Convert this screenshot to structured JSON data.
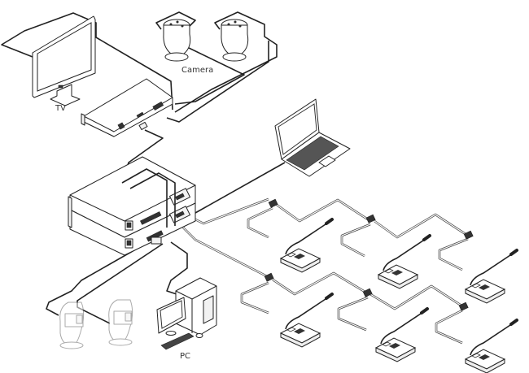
{
  "diagram": {
    "type": "conference-system-connection-diagram",
    "labels": {
      "tv": "TV",
      "camera": "Camera",
      "pc": "PC"
    },
    "nodes": [
      {
        "id": "tv",
        "kind": "monitor",
        "label_key": "tv"
      },
      {
        "id": "camera-1",
        "kind": "dome-camera"
      },
      {
        "id": "camera-2",
        "kind": "dome-camera"
      },
      {
        "id": "switcher",
        "kind": "rack-unit"
      },
      {
        "id": "main-host",
        "kind": "stacked-rack-units"
      },
      {
        "id": "laptop",
        "kind": "laptop"
      },
      {
        "id": "pc",
        "kind": "desktop-computer",
        "label_key": "pc"
      },
      {
        "id": "ptz-camera-1",
        "kind": "ptz-camera"
      },
      {
        "id": "ptz-camera-2",
        "kind": "ptz-camera"
      },
      {
        "id": "mic-row1-1",
        "kind": "conference-microphone"
      },
      {
        "id": "mic-row1-2",
        "kind": "conference-microphone"
      },
      {
        "id": "mic-row1-3",
        "kind": "conference-microphone"
      },
      {
        "id": "mic-row2-1",
        "kind": "conference-microphone"
      },
      {
        "id": "mic-row2-2",
        "kind": "conference-microphone"
      },
      {
        "id": "mic-row2-3",
        "kind": "conference-microphone"
      }
    ],
    "edges": [
      [
        "tv",
        "switcher"
      ],
      [
        "camera-1",
        "switcher"
      ],
      [
        "camera-2",
        "switcher"
      ],
      [
        "switcher",
        "main-host"
      ],
      [
        "laptop",
        "main-host"
      ],
      [
        "main-host",
        "mic-row1-1"
      ],
      [
        "mic-row1-1",
        "mic-row1-2"
      ],
      [
        "mic-row1-2",
        "mic-row1-3"
      ],
      [
        "main-host",
        "mic-row2-1"
      ],
      [
        "mic-row2-1",
        "mic-row2-2"
      ],
      [
        "mic-row2-2",
        "mic-row2-3"
      ],
      [
        "main-host",
        "pc"
      ],
      [
        "main-host",
        "ptz-camera-1"
      ],
      [
        "main-host",
        "ptz-camera-2"
      ]
    ]
  },
  "colors": {
    "line": "#222222",
    "label": "#333333",
    "background": "#ffffff"
  }
}
